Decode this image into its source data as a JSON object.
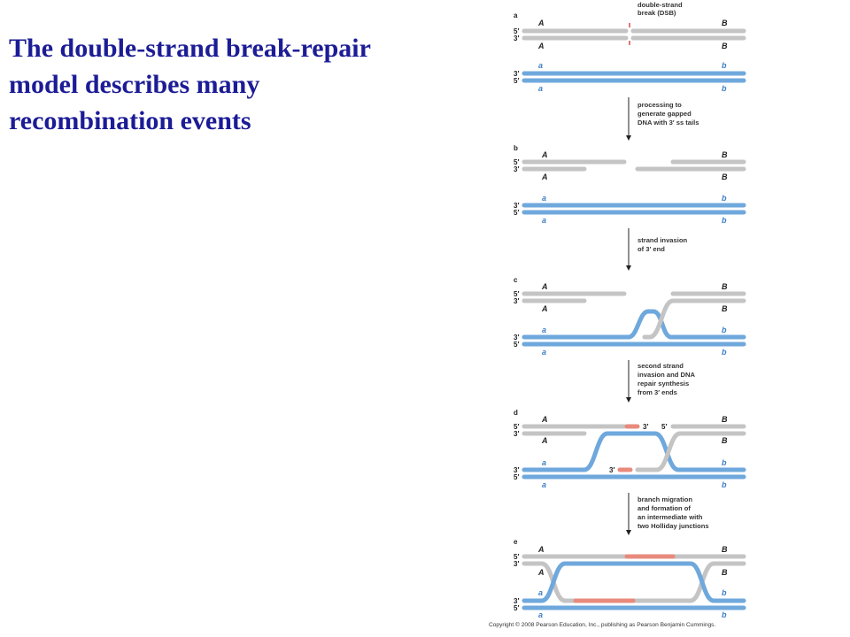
{
  "title": {
    "line1": "The double-strand break-repair",
    "line2": "model describes many",
    "line3": "recombination events"
  },
  "diagram": {
    "panels": [
      "a",
      "b",
      "c",
      "d",
      "e"
    ],
    "labels": {
      "upper_left": "A",
      "upper_right": "B",
      "lower_left": "a",
      "lower_right": "b"
    },
    "ends": {
      "five": "5′",
      "three": "3′"
    },
    "dsb_label": [
      "double-strand",
      "break (DSB)"
    ],
    "steps": [
      [
        "processing to",
        "generate gapped",
        "DNA with 3′ ss tails"
      ],
      [
        "strand invasion",
        "of 3′ end"
      ],
      [
        "second strand",
        "invasion and DNA",
        "repair synthesis",
        "from 3′ ends"
      ],
      [
        "branch migration",
        "and formation of",
        "an intermediate with",
        "two Holliday junctions"
      ]
    ],
    "colors": {
      "grey_strand": "#c4c4c4",
      "blue_strand": "#6fa8dc",
      "new_dna": "#e88a7c",
      "arrow": "#222222"
    }
  },
  "copyright": "Copyright © 2008 Pearson Education, Inc., publishing as Pearson Benjamin Cummings."
}
